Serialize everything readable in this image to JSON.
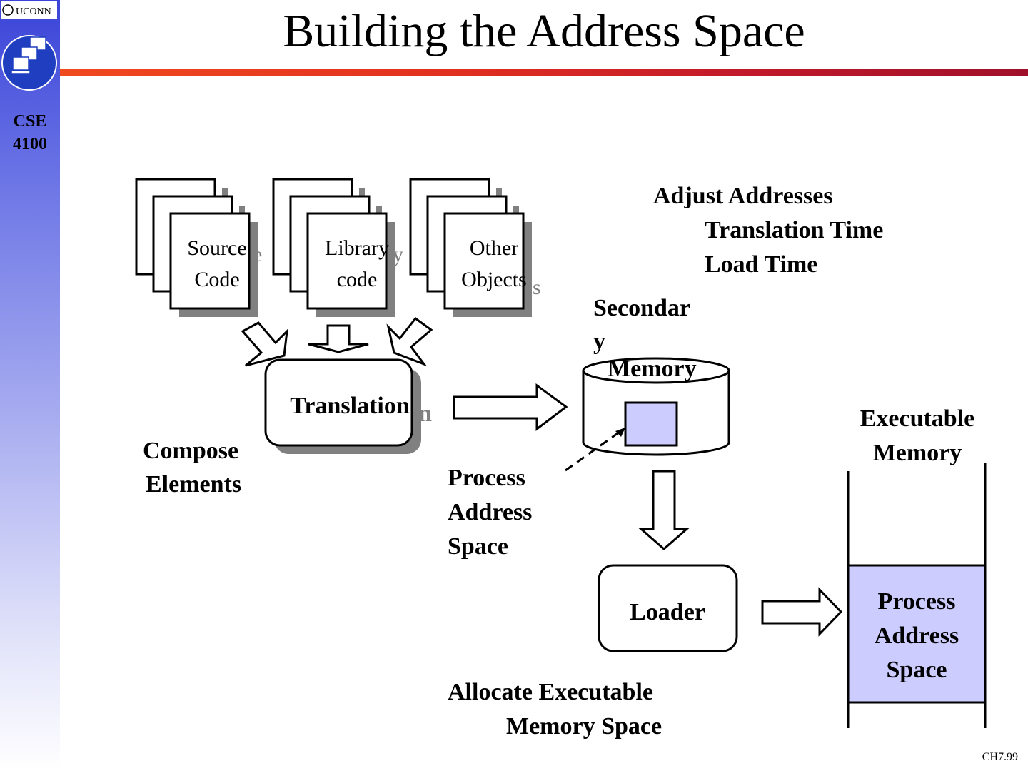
{
  "slide": {
    "title": "Building the Address Space",
    "course_line1": "CSE",
    "course_line2": "4100",
    "footer": "CH7.99",
    "logo_text": "UCONN"
  },
  "diagram": {
    "stacks": [
      {
        "line1": "Source",
        "line2": "Code",
        "ghost": "e"
      },
      {
        "line1": "Library",
        "line2": "code",
        "ghost": "y"
      },
      {
        "line1": "Other",
        "line2": "Objects",
        "ghost": "s"
      }
    ],
    "translation": {
      "label": "Translation",
      "ghost": "n"
    },
    "compose": {
      "line1": "Compose",
      "line2": "Elements"
    },
    "adjust": {
      "line1": "Adjust Addresses",
      "line2": "Translation Time",
      "line3": "Load Time"
    },
    "secondary": {
      "line1": "Secondar",
      "line2": "y",
      "line3": "Memory"
    },
    "process_label": {
      "line1": "Process",
      "line2": "Address",
      "line3": "Space"
    },
    "loader": {
      "label": "Loader"
    },
    "allocate": {
      "line1": "Allocate Executable",
      "line2": "Memory Space"
    },
    "executable": {
      "line1": "Executable",
      "line2": "Memory"
    },
    "exec_block": {
      "line1": "Process",
      "line2": "Address",
      "line3": "Space"
    },
    "colors": {
      "accent_fill": "#ccccff",
      "shadow": "#808080"
    }
  }
}
